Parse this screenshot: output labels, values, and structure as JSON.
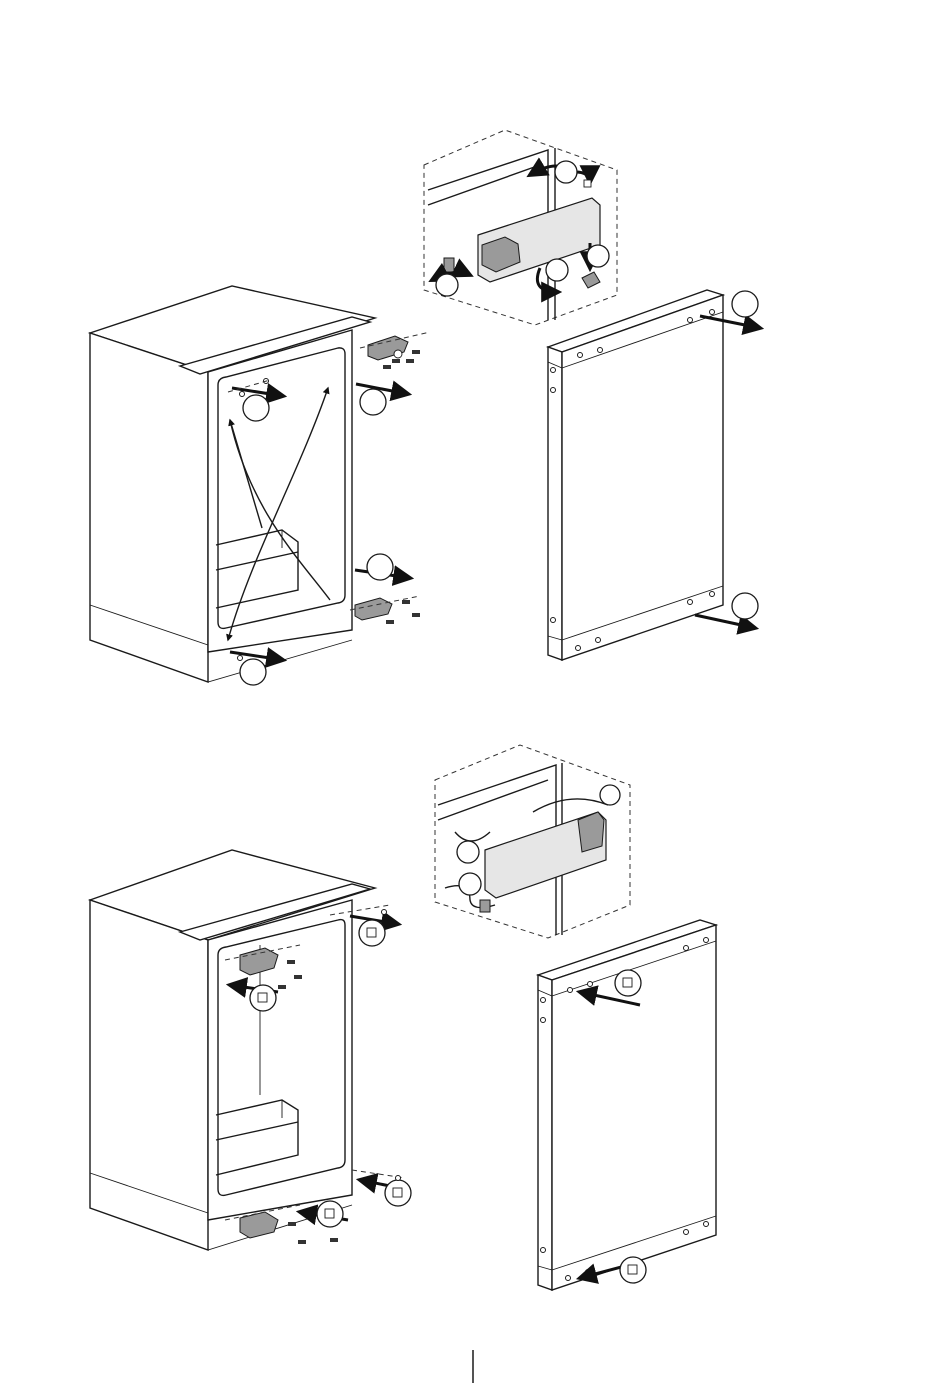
{
  "page": {
    "background": "#ffffff",
    "line_color": "#1a1a1a"
  },
  "figures": [
    {
      "name": "top-assembly",
      "parts": [
        "cabinet",
        "hinge-top",
        "hinge-bottom",
        "door-panel",
        "handle-detail"
      ],
      "callout_count": 9,
      "callout_labels": []
    },
    {
      "name": "bottom-assembly",
      "parts": [
        "cabinet",
        "hinge-top",
        "hinge-bottom",
        "door-panel",
        "handle-detail"
      ],
      "callout_count": 9,
      "callout_labels": []
    }
  ],
  "icons": {
    "arrow": "arrow-icon",
    "screw": "screw-icon",
    "callout": "callout-circle"
  }
}
